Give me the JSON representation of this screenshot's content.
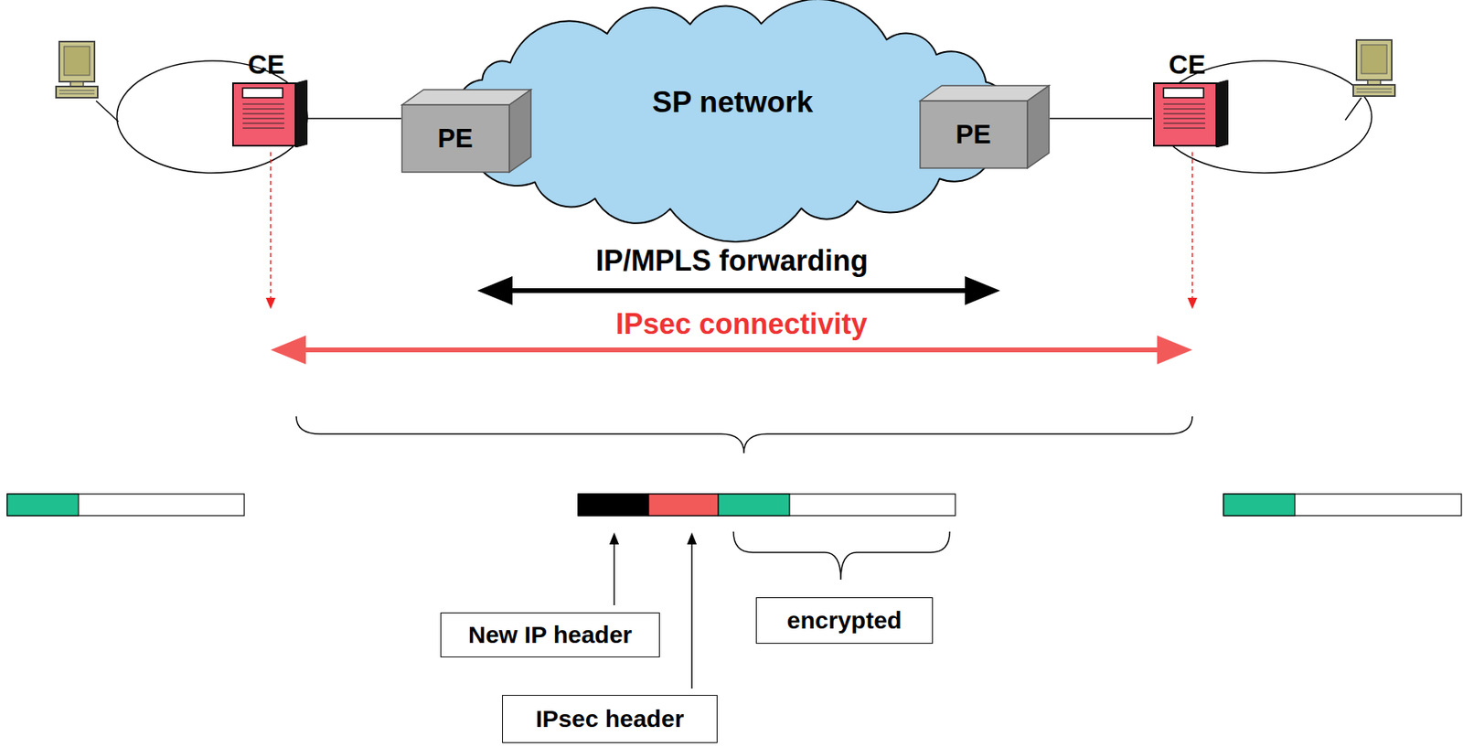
{
  "diagram": {
    "nodes": [
      {
        "text": [
          "CE"
        ]
      },
      {
        "text": [
          "PE"
        ]
      },
      {
        "text": [
          "SP network"
        ]
      },
      {
        "text": [
          "PE"
        ]
      },
      {
        "text": [
          "CE"
        ]
      },
      {
        "text": [
          "New IP header"
        ]
      },
      {
        "text": [
          "encrypted"
        ]
      },
      {
        "text": [
          "IPsec header"
        ]
      }
    ],
    "edges": [
      {
        "from": 0,
        "to": 1,
        "arrow": "none"
      },
      {
        "from": 3,
        "to": 4,
        "arrow": "none"
      }
    ],
    "labels": [
      "IP/MPLS forwarding",
      "IPsec connectivity"
    ]
  }
}
